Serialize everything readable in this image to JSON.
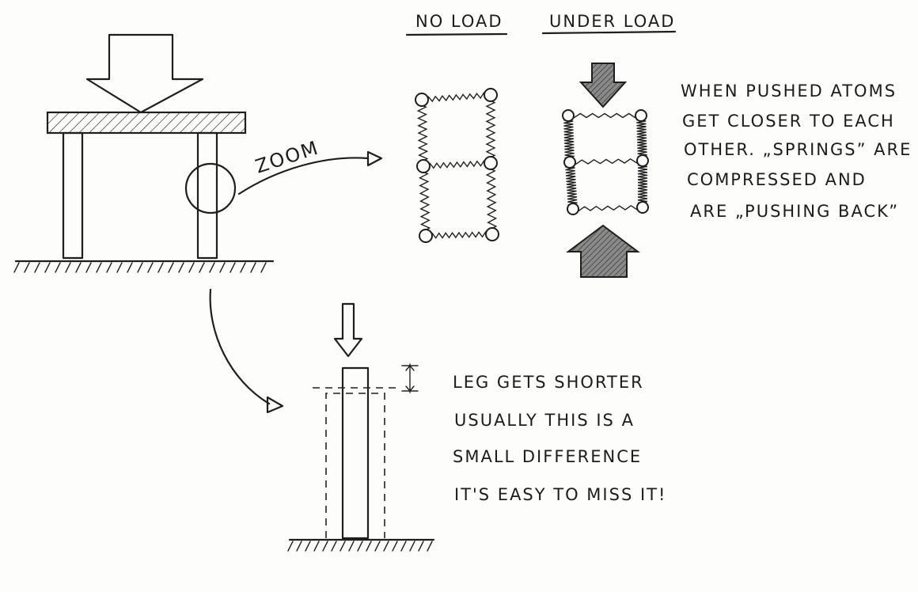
{
  "labels": {
    "zoom": "ZOOM",
    "no_load": "NO LOAD",
    "under_load": "UNDER LOAD"
  },
  "notes": {
    "atoms": [
      "WHEN PUSHED ATOMS",
      "GET CLOSER TO EACH",
      "OTHER. „SPRINGS” ARE",
      "COMPRESSED AND",
      "ARE „PUSHING BACK”"
    ],
    "leg": [
      "LEG GETS SHORTER",
      "USUALLY THIS IS A",
      "SMALL DIFFERENCE",
      "IT'S EASY TO MISS IT!"
    ]
  },
  "colors": {
    "ink": "#1e1e1e",
    "paper": "#fdfdfc",
    "arrow_fill": "#8a8a8a"
  }
}
